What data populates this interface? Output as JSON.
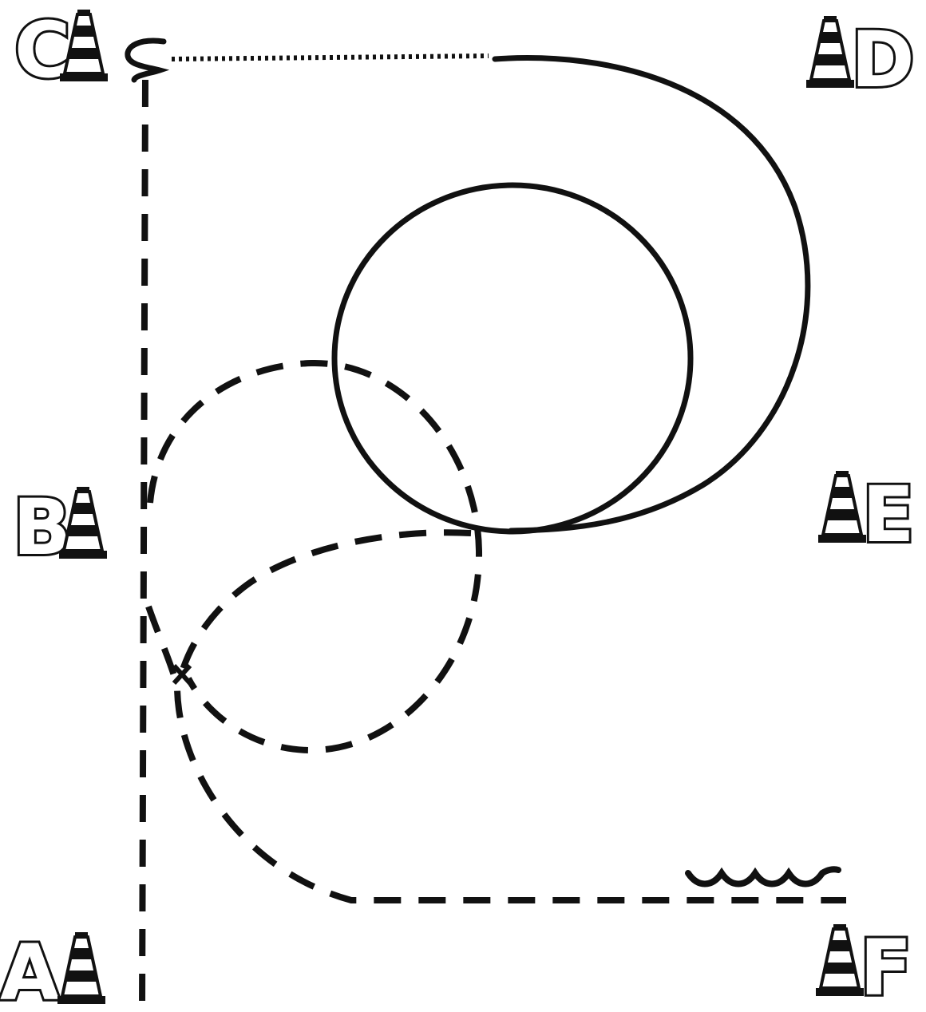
{
  "cones": [
    {
      "id": "A",
      "label": "A",
      "icon": "traffic-cone-icon"
    },
    {
      "id": "B",
      "label": "B",
      "icon": "traffic-cone-icon"
    },
    {
      "id": "C",
      "label": "C",
      "icon": "traffic-cone-icon"
    },
    {
      "id": "D",
      "label": "D",
      "icon": "traffic-cone-icon"
    },
    {
      "id": "E",
      "label": "E",
      "icon": "traffic-cone-icon"
    },
    {
      "id": "F",
      "label": "F",
      "icon": "traffic-cone-icon"
    }
  ],
  "colors": {
    "ink": "#111111",
    "paper": "#ffffff"
  },
  "markers": {
    "cross_icon": "x-mark-icon",
    "start_icon": "hook-arrow-icon",
    "wave_icon": "wave-squiggle-icon"
  }
}
